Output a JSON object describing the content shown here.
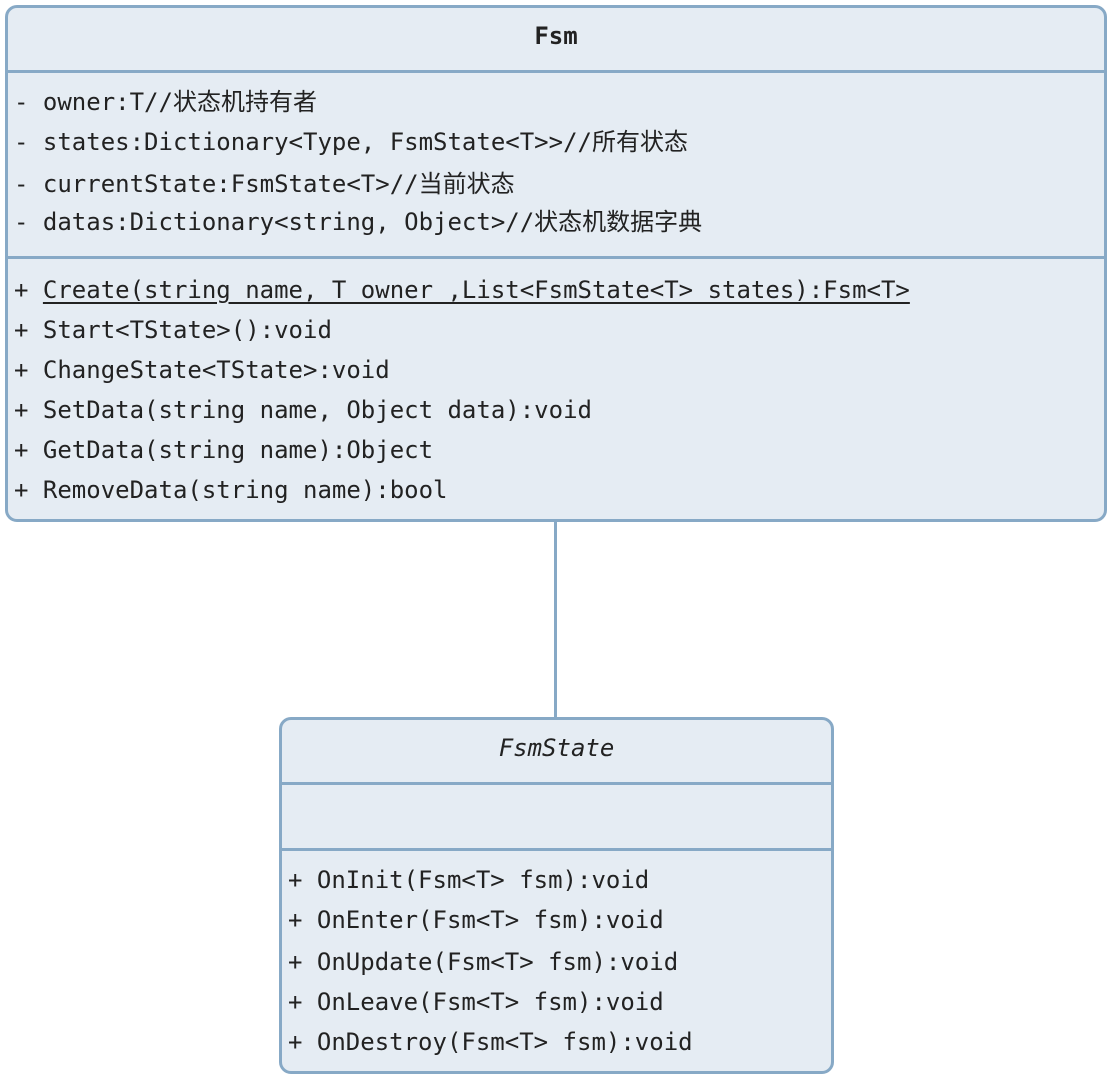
{
  "colors": {
    "fill": "#e5ecf3",
    "border": "#87a9c6",
    "text": "#222222"
  },
  "fsm": {
    "name": "Fsm",
    "attributes": [
      {
        "visibility": "-",
        "text": "owner:T//状态机持有者"
      },
      {
        "visibility": "-",
        "text": "states:Dictionary<Type, FsmState<T>>//所有状态"
      },
      {
        "visibility": "-",
        "text": "currentState:FsmState<T>//当前状态"
      },
      {
        "visibility": "-",
        "text": "datas:Dictionary<string, Object>//状态机数据字典"
      }
    ],
    "methods": [
      {
        "visibility": "+",
        "text": "Create(string name, T owner ,List<FsmState<T> states):Fsm<T>",
        "static": true
      },
      {
        "visibility": "+",
        "text": "Start<TState>():void"
      },
      {
        "visibility": "+",
        "text": "ChangeState<TState>:void"
      },
      {
        "visibility": "+",
        "text": "SetData(string name, Object data):void"
      },
      {
        "visibility": "+",
        "text": "GetData(string name):Object"
      },
      {
        "visibility": "+",
        "text": "RemoveData(string name):bool"
      }
    ]
  },
  "fsm_state": {
    "name": "FsmState",
    "abstract": true,
    "attributes": [],
    "methods": [
      {
        "visibility": "+",
        "text": "OnInit(Fsm<T> fsm):void"
      },
      {
        "visibility": "+",
        "text": "OnEnter(Fsm<T> fsm):void"
      },
      {
        "visibility": "+",
        "text": "OnUpdate(Fsm<T> fsm):void"
      },
      {
        "visibility": "+",
        "text": "OnLeave(Fsm<T> fsm):void"
      },
      {
        "visibility": "+",
        "text": "OnDestroy(Fsm<T> fsm):void"
      }
    ]
  }
}
